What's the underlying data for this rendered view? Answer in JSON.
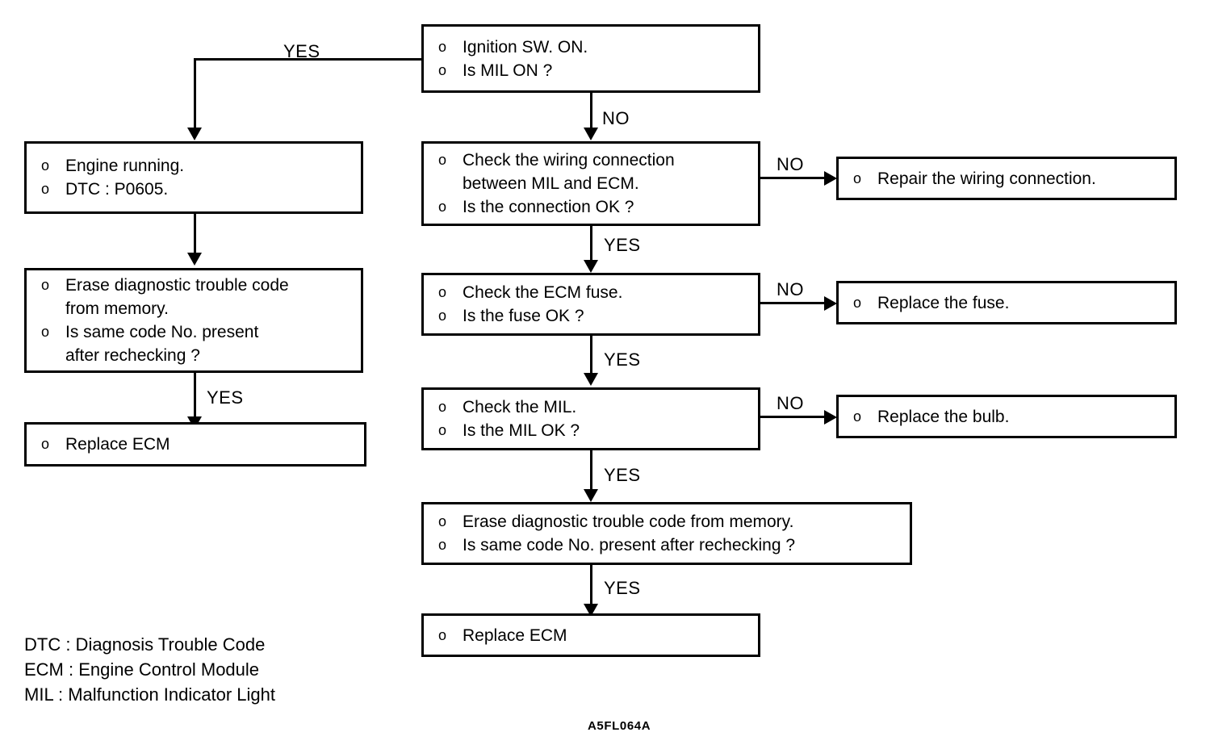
{
  "figure": {
    "caption": "A5FL064A",
    "bullet_glyph": "o"
  },
  "nodes": {
    "ignition": {
      "id": "ignition-sw",
      "lines": [
        "Ignition SW. ON.",
        "Is MIL ON ?"
      ]
    },
    "check_wiring": {
      "id": "check-wiring",
      "lines": [
        "Check the wiring connection",
        "between MIL and ECM.",
        "Is the connection OK ?"
      ],
      "line_types": [
        "bullet",
        "cont",
        "bullet"
      ]
    },
    "repair_wiring": {
      "id": "repair-wiring",
      "lines": [
        "Repair the wiring connection."
      ]
    },
    "check_fuse": {
      "id": "check-ecm-fuse",
      "lines": [
        "Check the ECM fuse.",
        "Is the fuse OK ?"
      ]
    },
    "replace_fuse": {
      "id": "replace-fuse",
      "lines": [
        "Replace the fuse."
      ]
    },
    "check_mil": {
      "id": "check-mil",
      "lines": [
        "Check the MIL.",
        "Is the MIL OK ?"
      ]
    },
    "replace_bulb": {
      "id": "replace-bulb",
      "lines": [
        "Replace the bulb."
      ]
    },
    "erase_code_center": {
      "id": "erase-code-center",
      "lines": [
        "Erase diagnostic trouble code from memory.",
        "Is same code No. present after rechecking ?"
      ]
    },
    "replace_ecm_center": {
      "id": "replace-ecm-center",
      "lines": [
        "Replace ECM"
      ]
    },
    "engine_running": {
      "id": "engine-running",
      "lines": [
        "Engine running.",
        "DTC : P0605."
      ]
    },
    "erase_code_left": {
      "id": "erase-code-left",
      "lines": [
        "Erase diagnostic trouble code",
        "from memory.",
        "Is same code No. present",
        "after rechecking ?"
      ],
      "line_types": [
        "bullet",
        "cont",
        "bullet",
        "cont"
      ]
    },
    "replace_ecm_left": {
      "id": "replace-ecm-left",
      "lines": [
        "Replace ECM"
      ]
    }
  },
  "edge_labels": {
    "ignition_yes": "YES",
    "ignition_no": "NO",
    "wiring_no": "NO",
    "wiring_yes": "YES",
    "fuse_no": "NO",
    "fuse_yes": "YES",
    "mil_no": "NO",
    "mil_yes": "YES",
    "erase_center_yes": "YES",
    "erase_left_yes": "YES"
  },
  "legend": {
    "lines": [
      "DTC : Diagnosis Trouble Code",
      "ECM : Engine Control Module",
      "MIL : Malfunction Indicator Light"
    ]
  },
  "chart_data": {
    "type": "flowchart",
    "title": "MIL / DTC P0605 diagnostic flow",
    "nodes": [
      {
        "id": "ignition-sw",
        "text": "o Ignition SW. ON. / o Is MIL ON ?",
        "column": "center",
        "row": 1
      },
      {
        "id": "engine-running",
        "text": "o Engine running. / o DTC : P0605.",
        "column": "left",
        "row": 2
      },
      {
        "id": "erase-code-left",
        "text": "o Erase diagnostic trouble code from memory. / o Is same code No. present after rechecking ?",
        "column": "left",
        "row": 3
      },
      {
        "id": "replace-ecm-left",
        "text": "o Replace ECM",
        "column": "left",
        "row": 4
      },
      {
        "id": "check-wiring",
        "text": "o Check the wiring connection between MIL and ECM. / o Is the connection OK ?",
        "column": "center",
        "row": 2
      },
      {
        "id": "repair-wiring",
        "text": "o Repair the wiring connection.",
        "column": "right",
        "row": 2
      },
      {
        "id": "check-ecm-fuse",
        "text": "o Check the ECM fuse. / o Is the fuse OK ?",
        "column": "center",
        "row": 3
      },
      {
        "id": "replace-fuse",
        "text": "o Replace the fuse.",
        "column": "right",
        "row": 3
      },
      {
        "id": "check-mil",
        "text": "o Check the MIL. / o Is the MIL OK ?",
        "column": "center",
        "row": 4
      },
      {
        "id": "replace-bulb",
        "text": "o Replace the bulb.",
        "column": "right",
        "row": 4
      },
      {
        "id": "erase-code-center",
        "text": "o Erase diagnostic trouble code from memory. / o Is same code No. present after rechecking ?",
        "column": "center",
        "row": 5
      },
      {
        "id": "replace-ecm-center",
        "text": "o Replace ECM",
        "column": "center",
        "row": 6
      }
    ],
    "edges": [
      {
        "from": "ignition-sw",
        "to": "engine-running",
        "label": "YES"
      },
      {
        "from": "ignition-sw",
        "to": "check-wiring",
        "label": "NO"
      },
      {
        "from": "engine-running",
        "to": "erase-code-left",
        "label": ""
      },
      {
        "from": "erase-code-left",
        "to": "replace-ecm-left",
        "label": "YES"
      },
      {
        "from": "check-wiring",
        "to": "repair-wiring",
        "label": "NO"
      },
      {
        "from": "check-wiring",
        "to": "check-ecm-fuse",
        "label": "YES"
      },
      {
        "from": "check-ecm-fuse",
        "to": "replace-fuse",
        "label": "NO"
      },
      {
        "from": "check-ecm-fuse",
        "to": "check-mil",
        "label": "YES"
      },
      {
        "from": "check-mil",
        "to": "replace-bulb",
        "label": "NO"
      },
      {
        "from": "check-mil",
        "to": "erase-code-center",
        "label": "YES"
      },
      {
        "from": "erase-code-center",
        "to": "replace-ecm-center",
        "label": "YES"
      }
    ]
  }
}
